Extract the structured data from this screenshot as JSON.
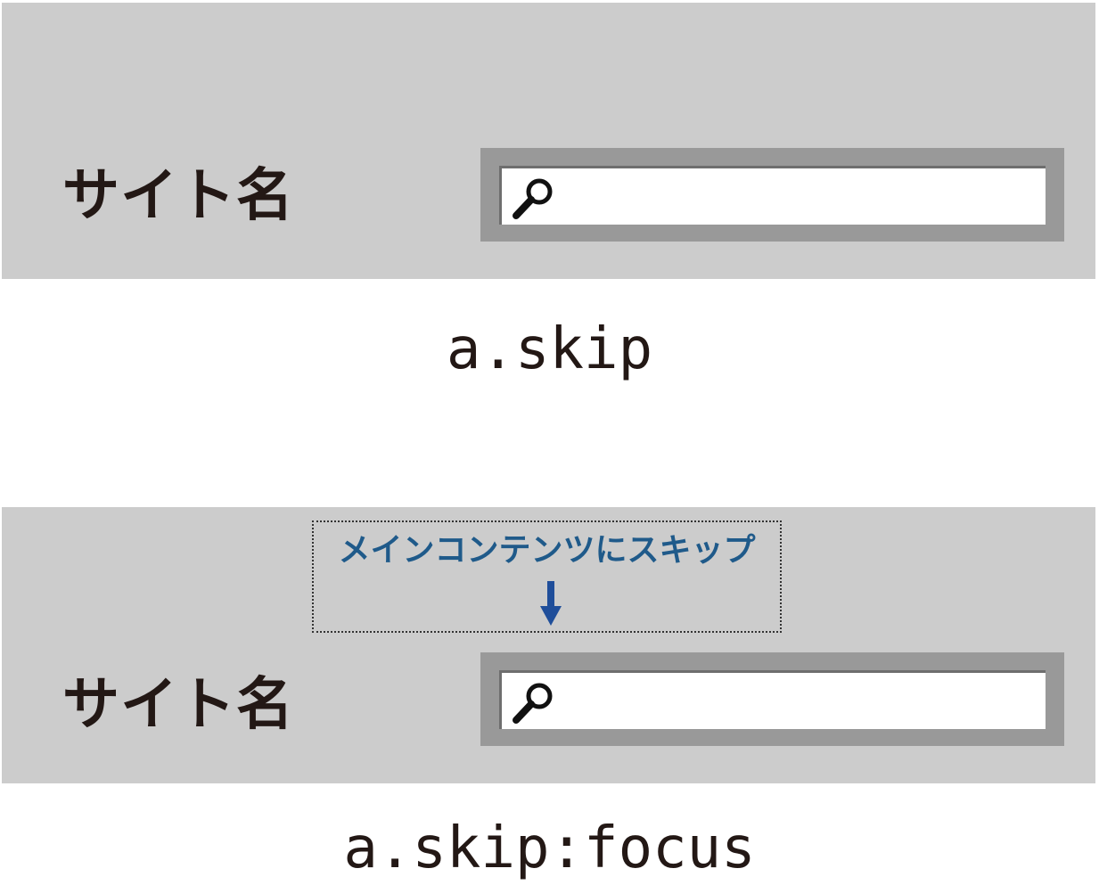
{
  "normal_state": {
    "site_name": "サイト名",
    "caption": "a.skip"
  },
  "focus_state": {
    "site_name": "サイト名",
    "skip_link_label": "メインコンテンツにスキップ",
    "caption": "a.skip:focus"
  },
  "icons": {
    "search": "search-icon",
    "arrow": "arrow-down-icon"
  },
  "colors": {
    "header_bg": "#cccccc",
    "search_frame": "#999999",
    "skip_link_text": "#1f5a8a",
    "arrow": "#1f4e9a",
    "text": "#231815"
  }
}
